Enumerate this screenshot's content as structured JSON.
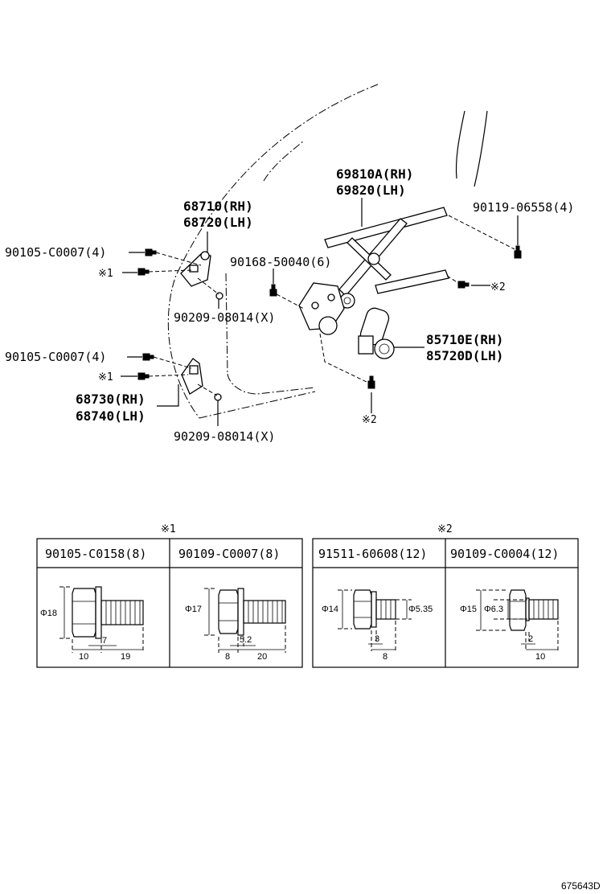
{
  "callouts": {
    "regulator_rh": "69810A(RH)",
    "regulator_lh": "69820(LH)",
    "hinge_upper_rh": "68710(RH)",
    "hinge_upper_lh": "68720(LH)",
    "hinge_lower_rh": "68730(RH)",
    "hinge_lower_lh": "68740(LH)",
    "motor_rh": "85710E(RH)",
    "motor_lh": "85720D(LH)",
    "bolt_upper_hinge": "90105-C0007(4)",
    "bolt_lower_hinge": "90105-C0007(4)",
    "bolt_regulator_top": "90119-06558(4)",
    "bolt_regulator_motor": "90168-50040(6)",
    "nut_upper_hinge": "90209-08014(X)",
    "nut_lower_hinge": "90209-08014(X)",
    "ref1_a": "※1",
    "ref1_b": "※1",
    "ref2_a": "※2",
    "ref2_b": "※2"
  },
  "tables": {
    "group1": {
      "mark": "※1",
      "columns": [
        {
          "part": "90105-C0158(8)",
          "head_dia": "Φ18",
          "lengths": [
            "7",
            "10",
            "19"
          ]
        },
        {
          "part": "90109-C0007(8)",
          "head_dia": "Φ17",
          "lengths": [
            "5.2",
            "8",
            "20"
          ]
        }
      ]
    },
    "group2": {
      "mark": "※2",
      "columns": [
        {
          "part": "91511-60608(12)",
          "head_dia": "Φ14",
          "shaft_dia": "Φ5.35",
          "lengths": [
            "3",
            "8"
          ]
        },
        {
          "part": "90109-C0004(12)",
          "head_dia": "Φ15",
          "shaft_dia": "Φ6.3",
          "lengths": [
            "2",
            "10"
          ]
        }
      ]
    }
  },
  "figure_id": "675643D"
}
